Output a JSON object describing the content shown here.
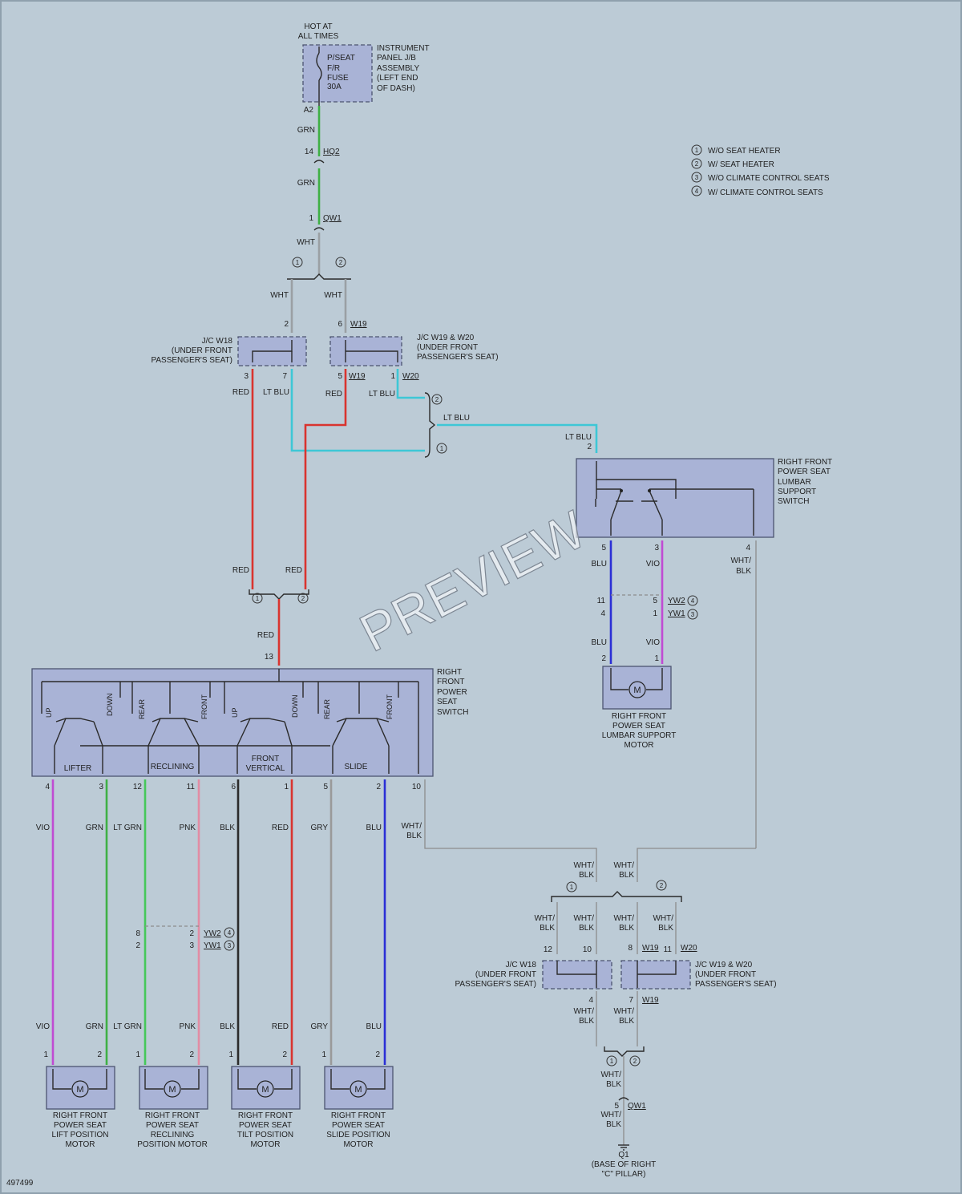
{
  "watermark": "PREVIEW",
  "diagram_id": "497499",
  "top": {
    "hot_label": [
      "HOT AT",
      "ALL TIMES"
    ],
    "fuse_label": [
      "P/SEAT",
      "F/R",
      "FUSE",
      "30A"
    ],
    "ip_label": [
      "INSTRUMENT",
      "PANEL J/B",
      "ASSEMBLY",
      "(LEFT END",
      "OF DASH)"
    ],
    "pin_a2": "A2",
    "grn": "GRN",
    "pin_14": "14",
    "hq2": "HQ2",
    "pin_1": "1",
    "qw1": "QW1",
    "wht": "WHT"
  },
  "legend": [
    {
      "num": "1",
      "text": "W/O SEAT HEATER"
    },
    {
      "num": "2",
      "text": "W/ SEAT HEATER"
    },
    {
      "num": "3",
      "text": "W/O CLIMATE CONTROL SEATS"
    },
    {
      "num": "4",
      "text": "W/ CLIMATE CONTROL SEATS"
    }
  ],
  "jc": {
    "w18_label": [
      "J/C W18",
      "(UNDER FRONT",
      "PASSENGER'S SEAT)"
    ],
    "w1920_label": [
      "J/C W19 & W20",
      "(UNDER FRONT",
      "PASSENGER'S SEAT)"
    ],
    "w19": "W19",
    "w20": "W20",
    "pin_2": "2",
    "pin_6": "6",
    "pin_3": "3",
    "pin_7": "7",
    "pin_5": "5",
    "pin_1": "1",
    "red": "RED",
    "ltblu": "LT BLU"
  },
  "lumbar_switch": {
    "label": [
      "RIGHT FRONT",
      "POWER SEAT",
      "LUMBAR",
      "SUPPORT",
      "SWITCH"
    ],
    "pin_2": "2",
    "pin_5": "5",
    "pin_3": "3",
    "pin_4": "4",
    "blu": "BLU",
    "vio": "VIO",
    "whtblk": [
      "WHT/",
      "BLK"
    ],
    "pin_11": "11",
    "pin_4b": "4",
    "pin_5b": "5",
    "pin_1b": "1",
    "yw2": "YW2",
    "yw1": "YW1",
    "pin_2m": "2",
    "pin_1m": "1",
    "motor_label": [
      "RIGHT FRONT",
      "POWER SEAT",
      "LUMBAR SUPPORT",
      "MOTOR"
    ]
  },
  "seat_switch": {
    "label": [
      "RIGHT",
      "FRONT",
      "POWER",
      "SEAT",
      "SWITCH"
    ],
    "pin_13": "13",
    "red": "RED",
    "dirs": [
      "UP",
      "DOWN",
      "REAR",
      "FRONT",
      "UP",
      "DOWN",
      "REAR",
      "FRONT"
    ],
    "sections": [
      "LIFTER",
      "RECLINING",
      "FRONT",
      "VERTICAL",
      "SLIDE"
    ],
    "pins": [
      "4",
      "3",
      "12",
      "11",
      "6",
      "1",
      "5",
      "2",
      "10"
    ],
    "colors": [
      "VIO",
      "GRN",
      "LT GRN",
      "PNK",
      "BLK",
      "RED",
      "GRY",
      "BLU",
      "WHT/",
      "BLK"
    ]
  },
  "ground": {
    "whtblk": [
      "WHT/",
      "BLK"
    ],
    "pin_12": "12",
    "pin_10": "10",
    "pin_8": "8",
    "pin_11": "11",
    "pin_4": "4",
    "pin_7": "7",
    "w19": "W19",
    "w20": "W20",
    "pin_5": "5",
    "qw1": "QW1",
    "g_label": [
      "Q1",
      "(BASE OF RIGHT",
      "\"C\" PILLAR)"
    ]
  },
  "lower_conn": {
    "pin_8": "8",
    "pin_2a": "2",
    "pin_2b": "2",
    "pin_3": "3",
    "yw2": "YW2",
    "yw1": "YW1"
  },
  "motors": [
    {
      "label": [
        "RIGHT FRONT",
        "POWER SEAT",
        "LIFT POSITION",
        "MOTOR"
      ]
    },
    {
      "label": [
        "RIGHT FRONT",
        "POWER SEAT",
        "RECLINING",
        "POSITION MOTOR"
      ]
    },
    {
      "label": [
        "RIGHT FRONT",
        "POWER SEAT",
        "TILT POSITION",
        "MOTOR"
      ]
    },
    {
      "label": [
        "RIGHT FRONT",
        "POWER SEAT",
        "SLIDE POSITION",
        "MOTOR"
      ]
    }
  ],
  "motor_symbol": "M",
  "pin1": "1",
  "pin2": "2",
  "wire_colors": {
    "grn": "#3fb045",
    "wht": "#9aa0a4",
    "red": "#d9342f",
    "ltblu": "#3ec7d6",
    "blu": "#2b2fd6",
    "vio": "#c04bd3",
    "ltgrn": "#46c85a",
    "pnk": "#e28ca4",
    "blk": "#2b2b2b",
    "gry": "#9a9a9a",
    "whtblk": "#8c8c8c"
  }
}
